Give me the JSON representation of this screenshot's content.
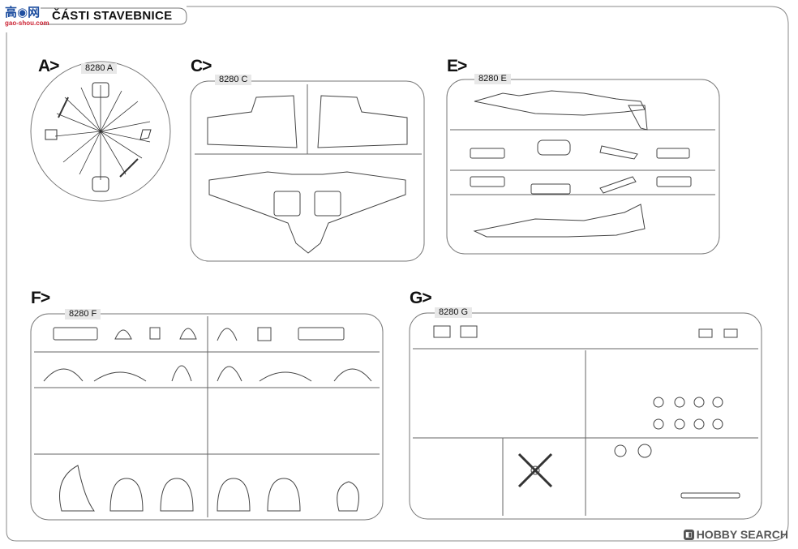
{
  "header": {
    "title": "ČÁSTI STAVEBNICE"
  },
  "logo": {
    "cn": "高◉网",
    "url": "gao-shou.com"
  },
  "sections": {
    "a": {
      "label": "A>",
      "code": "8280 A"
    },
    "c": {
      "label": "C>",
      "code": "8280 C"
    },
    "e": {
      "label": "E>",
      "code": "8280 E"
    },
    "f": {
      "label": "F>",
      "code": "8280 F"
    },
    "g": {
      "label": "G>",
      "code": "8280 G"
    }
  },
  "watermark": {
    "text": "HOBBY SEARCH",
    "icon": "hobby-search-logo-icon"
  }
}
